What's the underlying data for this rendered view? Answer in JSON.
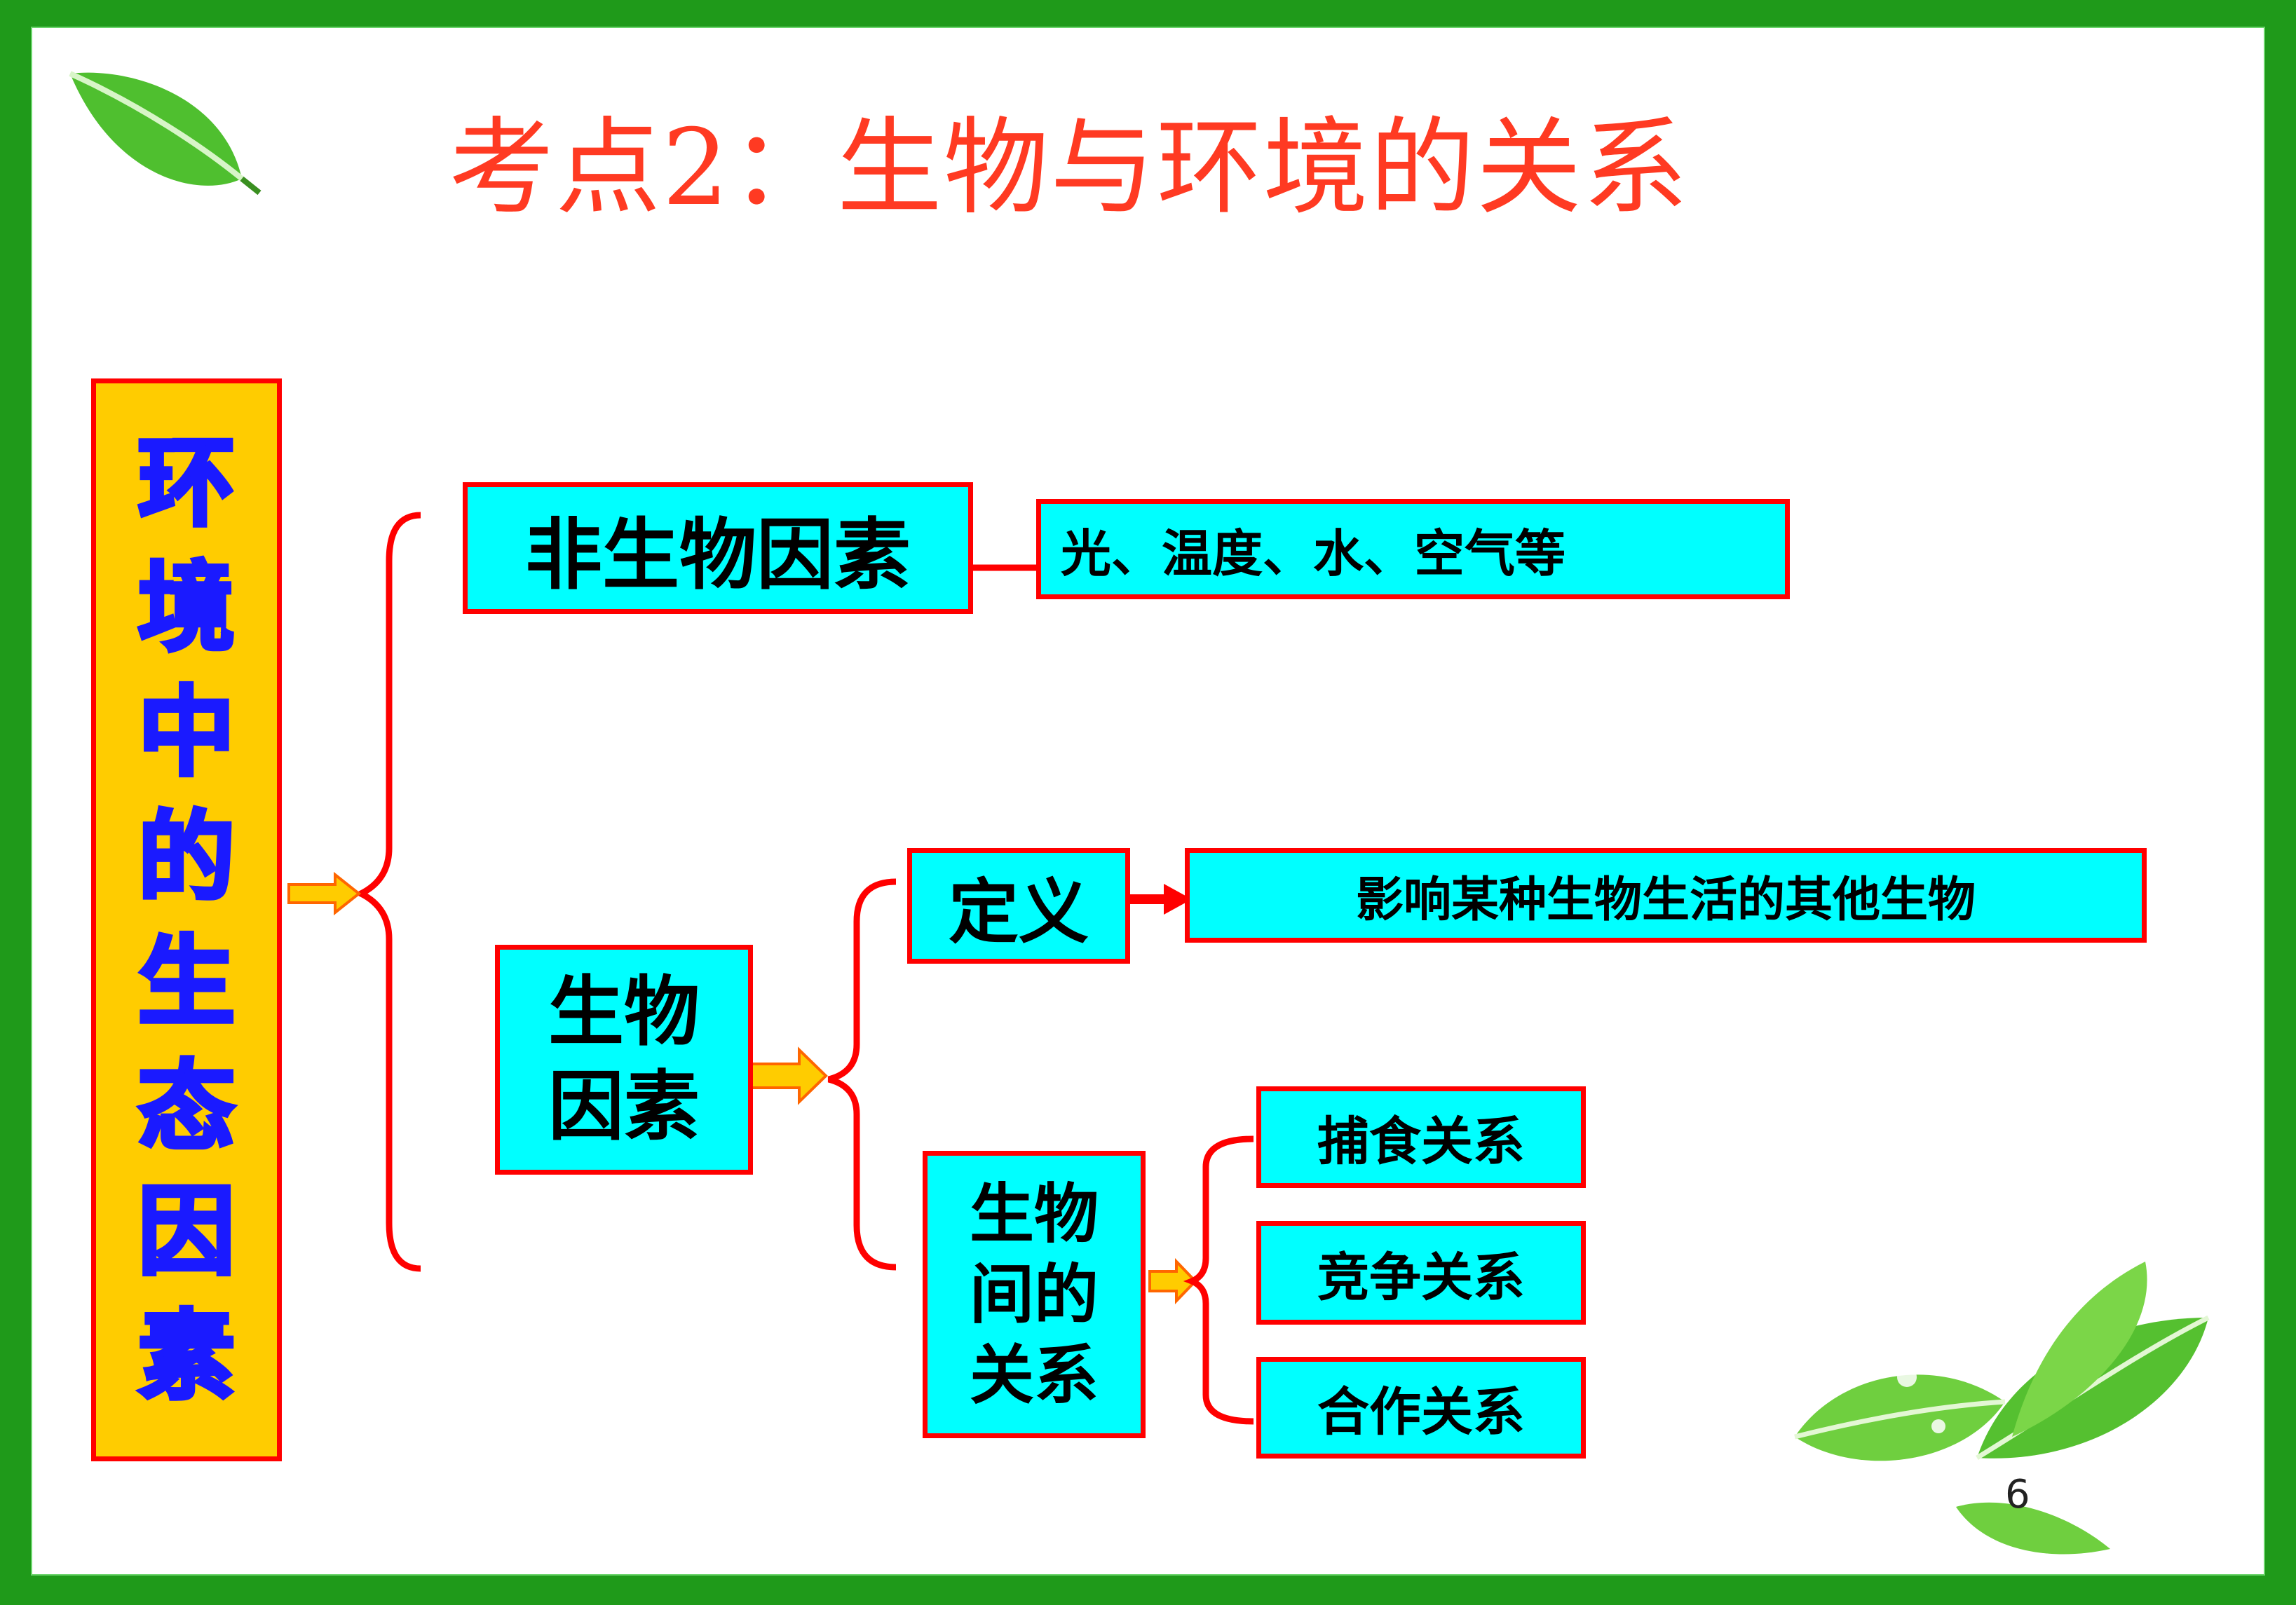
{
  "title": "考点2：生物与环境的关系",
  "root": {
    "chars": [
      "环",
      "境",
      "中",
      "的",
      "生",
      "态",
      "因",
      "素"
    ]
  },
  "abiotic": {
    "label": "非生物因素",
    "examples": "光、温度、水、空气等"
  },
  "biotic": {
    "line1": "生物",
    "line2": "因素",
    "definition": {
      "label": "定义",
      "text": "影响某种生物生活的其他生物"
    },
    "relations": {
      "line1": "生物",
      "line2": "间的",
      "line3": "关系",
      "items": [
        "捕食关系",
        "竞争关系",
        "合作关系"
      ]
    }
  },
  "page_number": "6",
  "colors": {
    "frame": "#1f9a1a",
    "box_fill": "#00ffff",
    "box_border": "#ff0000",
    "root_fill": "#ffcc00",
    "root_text": "#1a1aff",
    "title": "#ff3a22",
    "arrow": "#ffcc00"
  }
}
